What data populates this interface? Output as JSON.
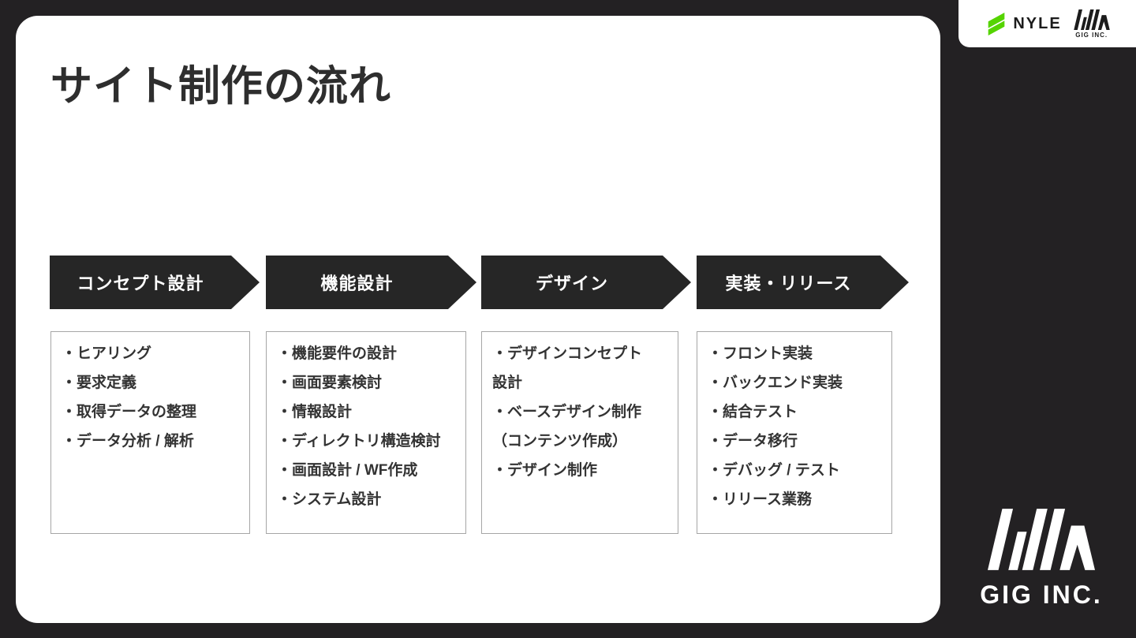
{
  "slide": {
    "title": "サイト制作の流れ",
    "steps": [
      {
        "label": "コンセプト設計",
        "items": [
          "・ヒアリング",
          "・要求定義",
          "・取得データの整理",
          "・データ分析 / 解析"
        ]
      },
      {
        "label": "機能設計",
        "items": [
          "・機能要件の設計",
          "・画面要素検討",
          "・情報設計",
          "・ディレクトリ構造検討",
          "・画面設計 / WF作成",
          "・システム設計"
        ]
      },
      {
        "label": "デザイン",
        "items": [
          "・デザインコンセプト設計",
          "・ベースデザイン制作（コンテンツ作成）",
          "・デザイン制作"
        ]
      },
      {
        "label": "実装・リリース",
        "items": [
          "・フロント実装",
          "・バックエンド実装",
          "・結合テスト",
          "・データ移行",
          "・デバッグ / テスト",
          "・リリース業務"
        ]
      }
    ]
  },
  "header_badge": {
    "nyle_label": "NYLE",
    "gig_label": "GIG INC."
  },
  "footer_logo": {
    "gig_label": "GIG INC."
  },
  "colors": {
    "background": "#232123",
    "arrow": "#262626",
    "nyle_green": "#55d400",
    "logo_black": "#1c1c1c",
    "text": "#333333"
  }
}
